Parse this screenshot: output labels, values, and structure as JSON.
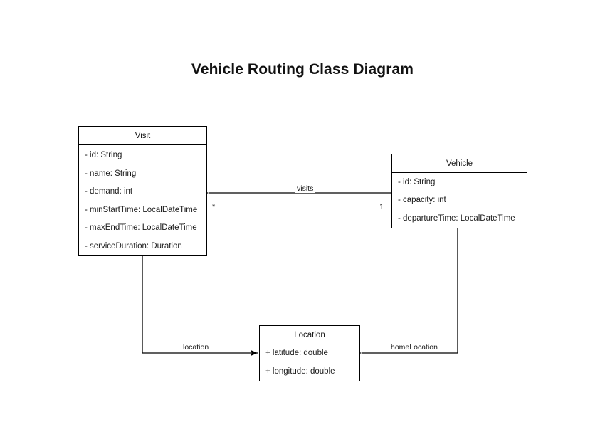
{
  "diagram": {
    "title": "Vehicle Routing Class Diagram",
    "type": "uml-class-diagram",
    "background_color": "#ffffff",
    "line_color": "#000000",
    "text_color": "#1a1a1a",
    "classes": [
      {
        "id": "visit",
        "name": "Visit",
        "attributes": [
          "- id: String",
          "- name: String",
          "- demand: int",
          "- minStartTime: LocalDateTime",
          "- maxEndTime: LocalDateTime",
          "- serviceDuration: Duration"
        ]
      },
      {
        "id": "vehicle",
        "name": "Vehicle",
        "attributes": [
          "- id: String",
          "- capacity: int",
          "- departureTime: LocalDateTime"
        ]
      },
      {
        "id": "location",
        "name": "Location",
        "attributes": [
          "+ latitude: double",
          "+ longitude: double"
        ]
      }
    ],
    "relationships": [
      {
        "id": "visits",
        "label": "visits",
        "from": "Vehicle",
        "to": "Visit",
        "source_multiplicity": "1",
        "target_multiplicity": "*",
        "arrow": "open-directed"
      },
      {
        "id": "location",
        "label": "location",
        "from": "Visit",
        "to": "Location",
        "source_multiplicity": "",
        "target_multiplicity": "",
        "arrow": "open-directed"
      },
      {
        "id": "homeLocation",
        "label": "homeLocation",
        "from": "Vehicle",
        "to": "Location",
        "source_multiplicity": "",
        "target_multiplicity": "",
        "arrow": "open-directed"
      }
    ]
  }
}
